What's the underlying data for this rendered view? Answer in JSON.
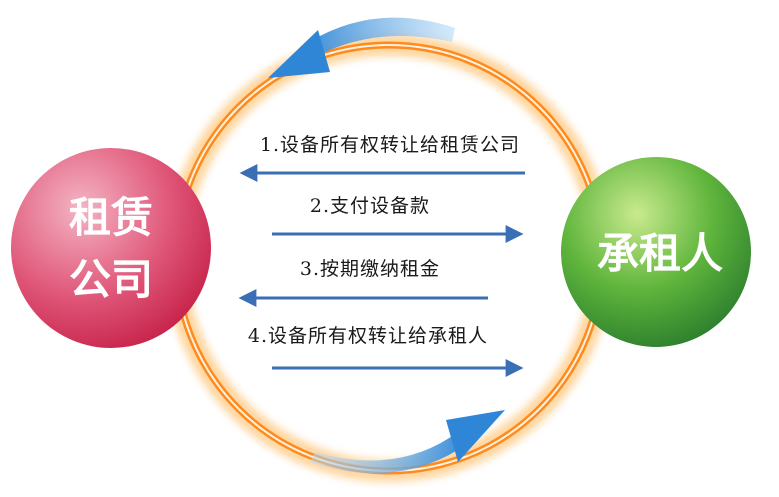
{
  "nodes": {
    "lessor": {
      "line1": "租赁",
      "line2": "公司",
      "color_light": "#f2a0b5",
      "color_dark": "#d0294f"
    },
    "lessee": {
      "label": "承租人",
      "color_light": "#b6e07a",
      "color_dark": "#2f8a2e"
    }
  },
  "steps": [
    {
      "label": "1.设备所有权转让给租赁公司",
      "direction": "to-lessor"
    },
    {
      "label": "2.支付设备款",
      "direction": "to-lessee"
    },
    {
      "label": "3.按期缴纳租金",
      "direction": "to-lessor"
    },
    {
      "label": "4.设备所有权转让给承租人",
      "direction": "to-lessee"
    }
  ],
  "colors": {
    "ring": "#ff8a1e",
    "arrow": "#3a6fb5",
    "cycle_arrow": "#3b8fd8"
  }
}
